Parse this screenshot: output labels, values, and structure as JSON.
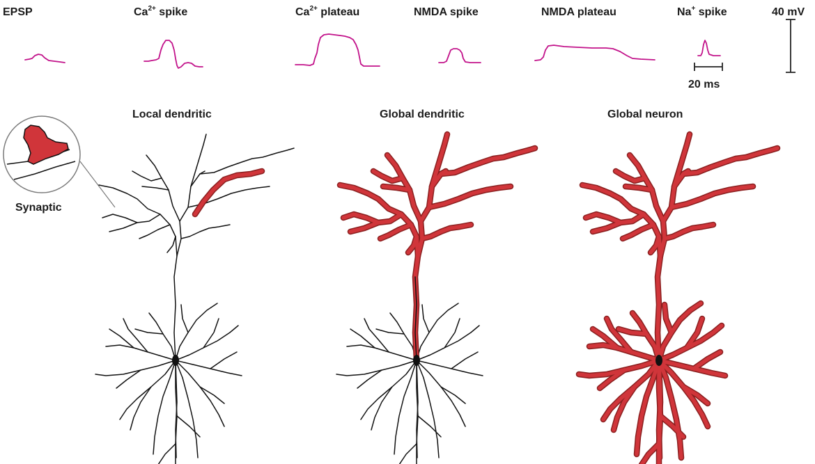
{
  "signals": [
    {
      "name": "EPSP",
      "sup": ""
    },
    {
      "name": "Ca",
      "sup": "2+",
      "rest": " spike"
    },
    {
      "name": "Ca",
      "sup": "2+",
      "rest": " plateau"
    },
    {
      "name": "NMDA spike",
      "sup": ""
    },
    {
      "name": "NMDA plateau",
      "sup": ""
    },
    {
      "name": "Na",
      "sup": "+",
      "rest": " spike"
    }
  ],
  "scale": {
    "voltage": "40 mV",
    "time": "20 ms"
  },
  "scopes": {
    "local": "Local dendritic",
    "global_dendritic": "Global dendritic",
    "global_neuron": "Global neuron",
    "synaptic": "Synaptic"
  },
  "colors": {
    "trace": "#c2128a",
    "highlight": "#d0353a",
    "highlight_edge": "#8a1f1f",
    "neuron": "#111111"
  }
}
